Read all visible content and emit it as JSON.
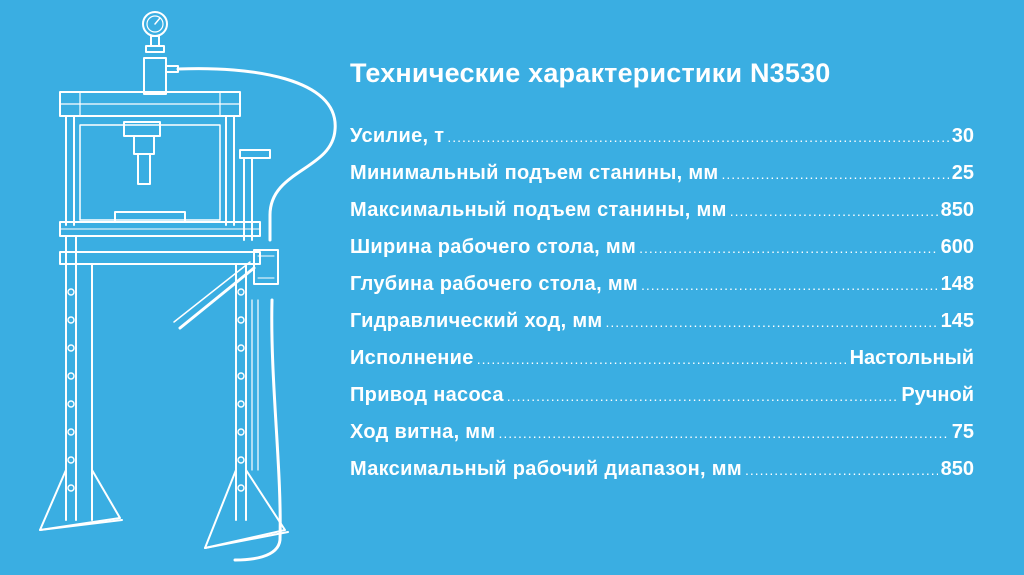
{
  "colors": {
    "background": "#3aaee2",
    "foreground": "#ffffff"
  },
  "illustration": {
    "icon": "hydraulic-press-outline"
  },
  "specs": {
    "title": "Технические характеристики N3530",
    "rows": [
      {
        "label": "Усилие, т",
        "value": "30"
      },
      {
        "label": "Минимальный подъем станины, мм",
        "value": "25"
      },
      {
        "label": "Максимальный подъем станины, мм",
        "value": "850"
      },
      {
        "label": "Ширина рабочего стола, мм",
        "value": "600"
      },
      {
        "label": "Глубина рабочего стола, мм",
        "value": "148"
      },
      {
        "label": "Гидравлический ход, мм",
        "value": "145"
      },
      {
        "label": "Исполнение",
        "value": "Настольный"
      },
      {
        "label": "Привод насоса",
        "value": "Ручной"
      },
      {
        "label": "Ход витна, мм",
        "value": "75"
      },
      {
        "label": "Максимальный рабочий диапазон, мм",
        "value": "850"
      }
    ]
  }
}
